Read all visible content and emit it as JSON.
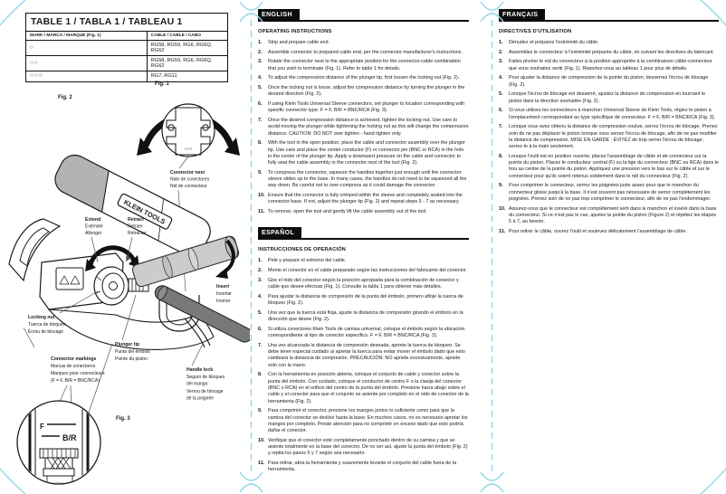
{
  "table": {
    "title": "TABLE 1 / TABLA 1 / TABLEAU 1",
    "col_mark": "MARK / MARCA / MARQUE (Fig. 1)",
    "col_cable": "CABLE / CABLE / CABO",
    "rows": [
      {
        "mark": "○",
        "cable": "RG58, RG59, RG6, RG6Q, RG62"
      },
      {
        "mark": "○○",
        "cable": "RG58, RG59, RG6, RG6Q, RG62"
      },
      {
        "mark": "○○○",
        "cable": "RG7, RG11"
      }
    ]
  },
  "figures": {
    "fig1_label": "Fig. 1",
    "fig2_label": "Fig. 2",
    "fig3_label": "Fig. 3",
    "brand": "KLEIN TOOLS",
    "nest_marks": "○○○",
    "mark_f": "F",
    "mark_br": "B/R",
    "labels": {
      "connector_nest": [
        "Connector nest",
        "Nido de conectores",
        "Nid de connecteur"
      ],
      "extend": [
        "Extend",
        "Extender",
        "Allonger"
      ],
      "retract": [
        "Retract",
        "Retraer",
        "Rétracter"
      ],
      "insert": [
        "Insert",
        "Insertar",
        "Insérer"
      ],
      "locking_nut": [
        "Locking nut",
        "Tuerca de bloqueo",
        "Écrou de blocage"
      ],
      "plunger_tip": [
        "Plunger tip",
        "Punta del émbolo",
        "Pointe du piston"
      ],
      "connector_markings": [
        "Connector markings",
        "Marcas de conectores",
        "Marques pour connecteurs",
        "(F = F, B/R = BNC/RCA)"
      ],
      "handle_lock": [
        "Handle lock",
        "Seguro de bloqueo",
        "del mango",
        "Verrou de blocage",
        "de la poignée"
      ]
    }
  },
  "english": {
    "header": "ENGLISH",
    "title": "OPERATING INSTRUCTIONS",
    "steps": [
      {
        "n": "1.",
        "text": "Strip and prepare cable end."
      },
      {
        "n": "2.",
        "text": "Assemble connector to prepared cable end, per the connector manufacturer's instructions."
      },
      {
        "n": "3.",
        "text": "Rotate the connector nest to the appropriate position for the connector-cable combination that you wish to terminate (Fig. 1). Refer to table 1 for details."
      },
      {
        "n": "4.",
        "text": "To adjust the compression distance of the plunger tip, first loosen the locking nut (Fig. 2)."
      },
      {
        "n": "5.",
        "text": "Once the locking nut is loose, adjust the compression distance by turning the plunger in the desired direction (Fig. 2)."
      },
      {
        "n": "6.",
        "text": "If using Klein Tools Universal Sleeve connectors, set plunger to location corresponding with specific connector type. F = F, B/R = BNC/RCA (Fig. 3)."
      },
      {
        "n": "7.",
        "text": "Once the desired compression distance is achieved, tighten the locking nut. Use care to avoid moving the plunger while tightening the locking nut as this will change the compression distance. CAUTION: DO NOT over tighten - hand tighten only."
      },
      {
        "n": "8.",
        "text": "With the tool in the open position, place the cable and connector assembly over the plunger tip. Use care and place the center conductor (F) or connector pin (BNC or RCA) in the hole in the center of the plunger tip. Apply a downward pressure on the cable and connector to fully seat the cable assembly in the connector nest of the tool (Fig. 2)."
      },
      {
        "n": "9.",
        "text": "To compress the connector, squeeze the handles together just enough until the connector sleeve slides up to the base. In many cases, the handles do not need to be squeezed all the way down. Be careful not to over-compress as it could damage the connector."
      },
      {
        "n": "10.",
        "text": "Ensure that the connector is fully crimped within the sleeve and completely seated into the connector base. If not, adjust the plunger tip (Fig. 2) and repeat steps 5 - 7 as necessary."
      },
      {
        "n": "11.",
        "text": "To remove, open the tool and gently lift the cable assembly out of the tool."
      }
    ]
  },
  "spanish": {
    "header": "ESPAÑOL",
    "title": "INSTRUCCIONES DE OPERACIÓN",
    "steps": [
      {
        "n": "1.",
        "text": "Pele y prepare el extremo del cable."
      },
      {
        "n": "2.",
        "text": "Monte el conector en el cable preparado según las instrucciones del fabricante del conector."
      },
      {
        "n": "3.",
        "text": "Gire el nido del conector según la posición apropiada para la combinación de conector y cable que desee efectuar (Fig. 1). Consulte la tabla 1 para obtener más detalles."
      },
      {
        "n": "4.",
        "text": "Para ajustar la distancia de compresión de la punta del émbolo, primero afloje la tuerca de bloqueo (Fig. 2)."
      },
      {
        "n": "5.",
        "text": "Una vez que la tuerca está floja, ajuste la distancia de compresión girando el émbolo en la dirección que desee (Fig. 2)."
      },
      {
        "n": "6.",
        "text": "Si utiliza conectores Klein Tools de camisa universal, coloque el émbolo según la ubicación correspondiente al tipo de conector específico. F = F, B/R = BNC/RCA (Fig. 3)."
      },
      {
        "n": "7.",
        "text": "Una vez alcanzada la distancia de compresión deseada, apriete la tuerca de bloqueo. Se debe tener especial cuidado al apretar la tuerca para evitar mover el émbolo dado que esto cambiará la distancia de compresión. PRECAUCIÓN: NO apriete excesivamente, apriete solo con la mano."
      },
      {
        "n": "8.",
        "text": "Con la herramienta en posición abierta, coloque el conjunto de cable y conector sobre la punta del émbolo. Con cuidado, coloque el conductor de centro F o la clavija del conector (BNC o RCA) en el orificio del centro de la punta del émbolo. Presione hacia abajo sobre el cable y el conector para que el conjunto se asiente por completo en el nido de conector de la herramienta (Fig. 2)."
      },
      {
        "n": "9.",
        "text": "Para comprimir el conector, presione los mangos juntos lo suficiente como para que la camisa del conector se deslice hasta la base. En muchos casos, no es necesario apretar los mangos por completo. Preste atención para no comprimir en exceso dado que esto podría dañar el conector."
      },
      {
        "n": "10.",
        "text": "Verifique que el conector esté completamente ponchado dentro de su camisa y que se asiente totalmente en la base del conector. De no ser así, ajuste la punta del émbolo (Fig. 2) y repita los pasos 5 y 7 según sea necesario."
      },
      {
        "n": "11.",
        "text": "Para retirar, abra la herramienta y suavemente levante el conjunto del cable fuera de la herramienta."
      }
    ]
  },
  "french": {
    "header": "FRANÇAIS",
    "title": "DIRECTIVES D'UTILISATION",
    "steps": [
      {
        "n": "1.",
        "text": "Dénudez et préparez l'extrémité du câble."
      },
      {
        "n": "2.",
        "text": "Assemblez le connecteur à l'extrémité préparée du câble, en suivant les directives du fabricant."
      },
      {
        "n": "3.",
        "text": "Faites pivoter le nid du connecteur à la position appropriée à la combinaison câble-connecteur que vous souhaitez sertir (Fig. 1). Reportez-vous au tableau 1 pour plus de détails."
      },
      {
        "n": "4.",
        "text": "Pour ajuster la distance de compression de la pointe du piston, desserrez l'écrou de blocage (Fig. 2)."
      },
      {
        "n": "5.",
        "text": "Lorsque l'écrou de blocage est desserré, ajustez la distance de compression en tournant le piston dans la direction souhaitée (Fig. 2)."
      },
      {
        "n": "6.",
        "text": "Si vous utilisez les connecteurs à manchon Universal Sleeve de Klein Tools, réglez le piston à l'emplacement correspondant au type spécifique de connecteur. F = F, B/R = BNC/RCA (Fig. 3)."
      },
      {
        "n": "7.",
        "text": "Lorsque vous avez obtenu la distance de compression voulue, serrez l'écrou de blocage. Prenez soin de ne pas déplacer le piston lorsque vous serrez l'écrou de blocage, afin de ne pas modifier la distance de compression. MISE EN GARDE : ÉVITEZ de trop serrer l'écrou de blocage; serrez-le à la main seulement."
      },
      {
        "n": "8.",
        "text": "Lorsque l'outil est en position ouverte, placez l'assemblage de câble et de connecteur sur la pointe du piston. Placez le conducteur central (F) ou la tige du connecteur (BNC ou RCA) dans le trou au centre de la pointe du piston. Appliquez une pression vers le bas sur le câble et sur le connecteur pour qu'ils soient retenus solidement dans le nid du connecteur (Fig. 2)."
      },
      {
        "n": "9.",
        "text": "Pour comprimer le connecteur, serrez les poignées juste assez pour que le manchon du connecteur glisse jusqu'à la base. Il n'est souvent pas nécessaire de serrer complètement les poignées. Prenez soin de ne pas trop comprimer le connecteur, afin de ne pas l'endommager."
      },
      {
        "n": "10.",
        "text": "Assurez-vous que le connecteur est complètement serti dans le manchon et inséré dans la base du connecteur. Si ce n'est pas le cas, ajustez la pointe du piston (Figure 2) et répétez les étapes 5 à 7, au besoin."
      },
      {
        "n": "11.",
        "text": "Pour retirer le câble, ouvrez l'outil et soulevez délicatement l'assemblage de câble."
      }
    ]
  },
  "colors": {
    "fold_mark": "#8fd6e8",
    "bar": "#0d0d0d"
  }
}
